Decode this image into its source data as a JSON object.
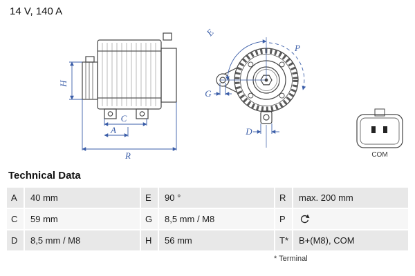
{
  "header": {
    "rating": "14 V, 140 A"
  },
  "drawing": {
    "labels": {
      "H": "H",
      "A": "A",
      "C": "C",
      "R": "R",
      "E": "E",
      "G": "G",
      "P": "P",
      "D": "D"
    },
    "connector_label": "COM",
    "icons": {
      "p_value": "rotation-direction-icon"
    }
  },
  "colors": {
    "dimension_blue": "#3a5da8",
    "row_shade": "#e8e8e8",
    "line_dark": "#444444"
  },
  "table": {
    "title": "Technical Data",
    "rows": [
      [
        {
          "k": "A",
          "v": "40 mm"
        },
        {
          "k": "E",
          "v": "90 °"
        },
        {
          "k": "R",
          "v": "max. 200 mm"
        }
      ],
      [
        {
          "k": "C",
          "v": "59 mm"
        },
        {
          "k": "G",
          "v": "8,5 mm / M8"
        },
        {
          "k": "P",
          "v": ""
        }
      ],
      [
        {
          "k": "D",
          "v": "8,5 mm / M8"
        },
        {
          "k": "H",
          "v": "56 mm"
        },
        {
          "k": "T*",
          "v": "B+(M8), COM"
        }
      ]
    ],
    "footnote": "* Terminal"
  }
}
